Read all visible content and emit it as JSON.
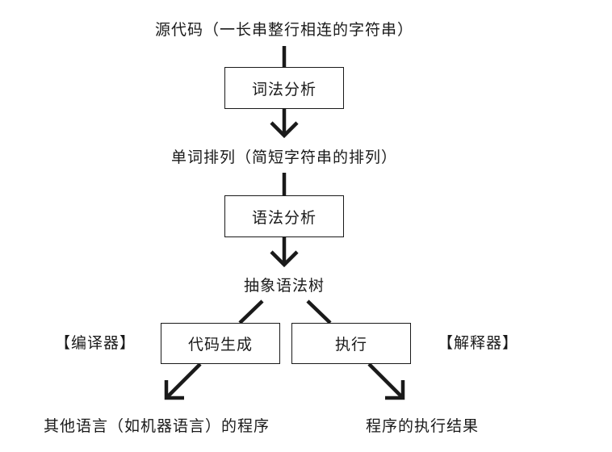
{
  "diagram": {
    "source_label": "源代码（一长串整行相连的字符串）",
    "lexical_step": "词法分析",
    "tokens_label": "单词排列（简短字符串的排列）",
    "syntax_step": "语法分析",
    "ast_label": "抽象语法树",
    "codegen_step": "代码生成",
    "execute_step": "执行",
    "compiler_tag": "【编译器】",
    "interpreter_tag": "【解释器】",
    "compiler_output": "其他语言（如机器语言）的程序",
    "interpreter_output": "程序的执行结果"
  },
  "colors": {
    "line": "#1a1a1a",
    "box_border": "#1a1a1a",
    "background": "#ffffff"
  }
}
